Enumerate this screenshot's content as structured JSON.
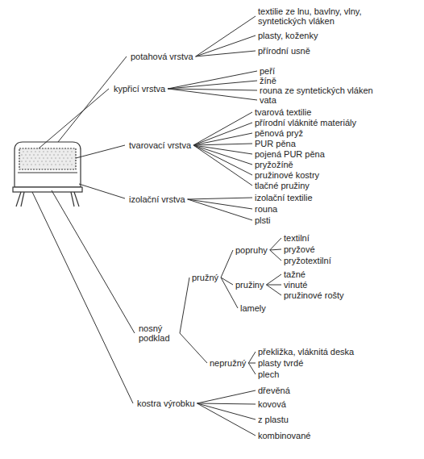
{
  "diagram": {
    "nodes": [
      {
        "text": [
          "potahová vrstva"
        ]
      },
      {
        "text": [
          "textilie ze lnu, bavlny, vlny, syntetických vláken"
        ]
      },
      {
        "text": [
          "plasty, koženky"
        ]
      },
      {
        "text": [
          "přírodní usně"
        ]
      },
      {
        "text": [
          "kypřicí vrstva"
        ]
      },
      {
        "text": [
          "peří"
        ]
      },
      {
        "text": [
          "žíně"
        ]
      },
      {
        "text": [
          "rouna ze syntetických vláken"
        ]
      },
      {
        "text": [
          "vata"
        ]
      },
      {
        "text": [
          "tvarovací vrstva"
        ]
      },
      {
        "text": [
          "tvarová textilie"
        ]
      },
      {
        "text": [
          "přírodní vláknité materiály"
        ]
      },
      {
        "text": [
          "pěnová pryž"
        ]
      },
      {
        "text": [
          "PUR pěna"
        ]
      },
      {
        "text": [
          "pojená PUR pěna"
        ]
      },
      {
        "text": [
          "pryžožíně"
        ]
      },
      {
        "text": [
          "pružinové kostry"
        ]
      },
      {
        "text": [
          "tlačné pružiny"
        ]
      },
      {
        "text": [
          "izolační vrstva"
        ]
      },
      {
        "text": [
          "izolační textilie"
        ]
      },
      {
        "text": [
          "rouna"
        ]
      },
      {
        "text": [
          "plsti"
        ]
      },
      {
        "text": [
          "pružný"
        ]
      },
      {
        "text": [
          "popruhy"
        ]
      },
      {
        "text": [
          "textilní"
        ]
      },
      {
        "text": [
          "pryžové"
        ]
      },
      {
        "text": [
          "pryžotextilní"
        ]
      },
      {
        "text": [
          "pružiny"
        ]
      },
      {
        "text": [
          "tažné"
        ]
      },
      {
        "text": [
          "vinuté"
        ]
      },
      {
        "text": [
          "pružinové rošty"
        ]
      },
      {
        "text": [
          "lamely"
        ]
      },
      {
        "text": [
          "nosný podklad"
        ]
      },
      {
        "text": [
          "nepružný"
        ]
      },
      {
        "text": [
          "překližka, vláknitá deska"
        ]
      },
      {
        "text": [
          "plasty tvrdé"
        ]
      },
      {
        "text": [
          "plech"
        ]
      },
      {
        "text": [
          "kostra výrobku"
        ]
      },
      {
        "text": [
          "dřevěná"
        ]
      },
      {
        "text": [
          "kovová"
        ]
      },
      {
        "text": [
          "z plastu"
        ]
      },
      {
        "text": [
          "kombinované"
        ]
      }
    ],
    "edges": [
      {
        "from": 0,
        "to": 1,
        "arrow": "none"
      },
      {
        "from": 0,
        "to": 2,
        "arrow": "none"
      },
      {
        "from": 0,
        "to": 3,
        "arrow": "none"
      },
      {
        "from": 4,
        "to": 5,
        "arrow": "none"
      },
      {
        "from": 4,
        "to": 6,
        "arrow": "none"
      },
      {
        "from": 4,
        "to": 7,
        "arrow": "none"
      },
      {
        "from": 4,
        "to": 8,
        "arrow": "none"
      },
      {
        "from": 9,
        "to": 10,
        "arrow": "none"
      },
      {
        "from": 9,
        "to": 11,
        "arrow": "none"
      },
      {
        "from": 9,
        "to": 12,
        "arrow": "none"
      },
      {
        "from": 9,
        "to": 13,
        "arrow": "none"
      },
      {
        "from": 9,
        "to": 14,
        "arrow": "none"
      },
      {
        "from": 9,
        "to": 15,
        "arrow": "none"
      },
      {
        "from": 9,
        "to": 16,
        "arrow": "none"
      },
      {
        "from": 9,
        "to": 17,
        "arrow": "none"
      },
      {
        "from": 18,
        "to": 19,
        "arrow": "none"
      },
      {
        "from": 18,
        "to": 20,
        "arrow": "none"
      },
      {
        "from": 18,
        "to": 21,
        "arrow": "none"
      },
      {
        "from": 32,
        "to": 22,
        "arrow": "none"
      },
      {
        "from": 32,
        "to": 33,
        "arrow": "none"
      },
      {
        "from": 22,
        "to": 23,
        "arrow": "none"
      },
      {
        "from": 22,
        "to": 27,
        "arrow": "none"
      },
      {
        "from": 22,
        "to": 31,
        "arrow": "none"
      },
      {
        "from": 23,
        "to": 24,
        "arrow": "none"
      },
      {
        "from": 23,
        "to": 25,
        "arrow": "none"
      },
      {
        "from": 23,
        "to": 26,
        "arrow": "none"
      },
      {
        "from": 27,
        "to": 28,
        "arrow": "none"
      },
      {
        "from": 27,
        "to": 29,
        "arrow": "none"
      },
      {
        "from": 27,
        "to": 30,
        "arrow": "none"
      },
      {
        "from": 33,
        "to": 34,
        "arrow": "none"
      },
      {
        "from": 33,
        "to": 35,
        "arrow": "none"
      },
      {
        "from": 33,
        "to": 36,
        "arrow": "none"
      },
      {
        "from": 37,
        "to": 38,
        "arrow": "none"
      },
      {
        "from": 37,
        "to": 39,
        "arrow": "none"
      },
      {
        "from": 37,
        "to": 40,
        "arrow": "none"
      },
      {
        "from": 37,
        "to": 41,
        "arrow": "none"
      }
    ]
  }
}
